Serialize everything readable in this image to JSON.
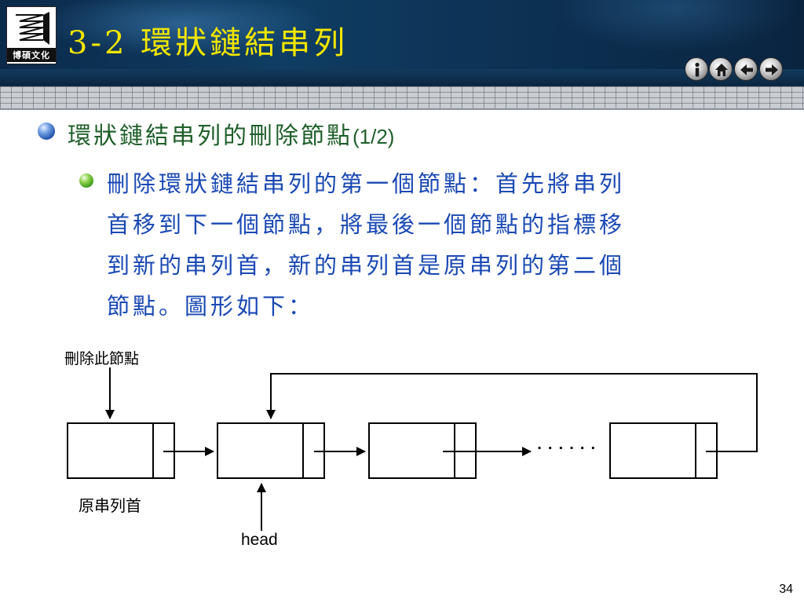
{
  "header": {
    "logo_text": "博碩文化",
    "title": "3-2  環狀鏈結串列"
  },
  "nav": {
    "info_icon": "info-icon",
    "home_icon": "home-icon",
    "prev_icon": "arrow-left-icon",
    "next_icon": "arrow-right-icon"
  },
  "content": {
    "heading_main": "環狀鏈結串列的刪除節點",
    "heading_suffix": "(1/2)",
    "paragraph_lines": [
      "刪除環狀鏈結串列的第一個節點：首先將串列",
      "首移到下一個節點，將最後一個節點的指標移",
      "到新的串列首，新的串列首是原串列的第二個",
      "節點。圖形如下："
    ]
  },
  "diagram": {
    "label_delete": "刪除此節點",
    "label_original_head": "原串列首",
    "label_head": "head",
    "ellipsis": "· · · · · ·"
  },
  "footer": {
    "page_number": "34"
  },
  "colors": {
    "title": "#f2e600",
    "heading_text": "#1f5f2a",
    "body_text": "#1a49b4",
    "header_bg": "#0f3d63"
  }
}
